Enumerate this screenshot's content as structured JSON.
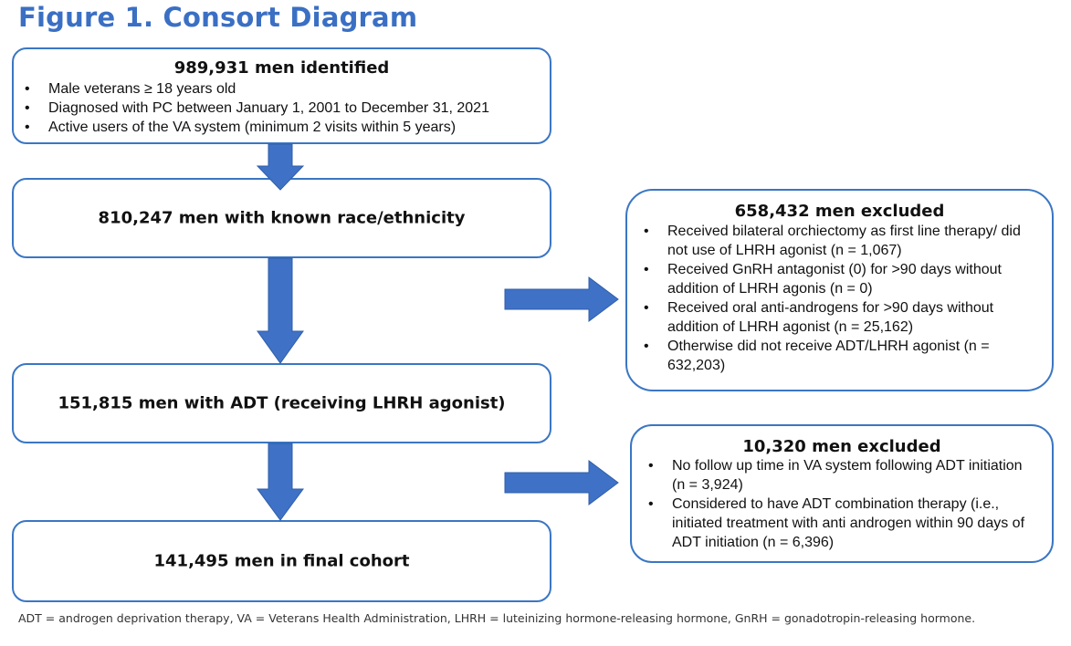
{
  "title": "Figure 1. Consort Diagram",
  "identified": {
    "heading": "989,931 men identified",
    "items": [
      "Male veterans ≥ 18 years old",
      "Diagnosed with PC between January 1, 2001 to December 31, 2021",
      "Active users of the VA system (minimum 2 visits within 5 years)"
    ]
  },
  "known_race": {
    "label": "810,247 men with known race/ethnicity"
  },
  "with_adt": {
    "label": "151,815 men with ADT (receiving LHRH agonist)"
  },
  "final_cohort": {
    "label": "141,495 men in final cohort"
  },
  "excluded_1": {
    "heading": "658,432 men excluded",
    "items": [
      "Received bilateral orchiectomy as first line therapy/ did not use of LHRH agonist (n = 1,067)",
      "Received GnRH antagonist (0) for >90 days without addition of LHRH agonis (n = 0)",
      "Received oral anti-androgens for >90 days without addition of LHRH agonist (n = 25,162)",
      "Otherwise did not receive ADT/LHRH agonist (n = 632,203)"
    ]
  },
  "excluded_2": {
    "heading": "10,320 men excluded",
    "items": [
      "No follow up time in VA system following ADT initiation (n = 3,924)",
      "Considered to have ADT combination therapy (i.e., initiated treatment with anti androgen within 90 days of ADT initiation (n = 6,396)"
    ]
  },
  "footnote": "ADT = androgen deprivation therapy, VA = Veterans Health Administration, LHRH = luteinizing hormone-releasing hormone, GnRH = gonadotropin-releasing hormone.",
  "colors": {
    "title": "#3a6fc4",
    "border": "#3a76c4",
    "arrow": "#3f72c6"
  }
}
